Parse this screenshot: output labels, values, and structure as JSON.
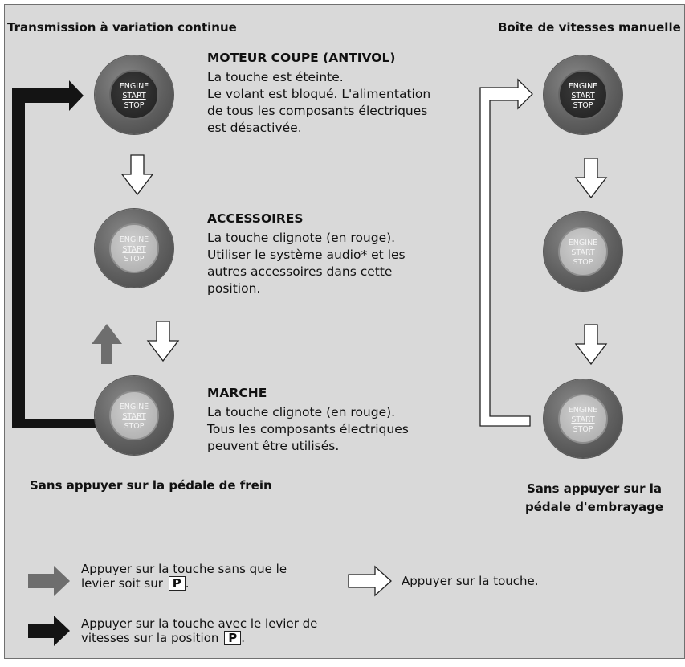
{
  "headers": {
    "left": "Transmission à variation continue",
    "right": "Boîte de vitesses manuelle"
  },
  "button_text": {
    "line1": "ENGINE",
    "line2": "START",
    "line3": "STOP"
  },
  "modes": [
    {
      "title": "MOTEUR COUPE (ANTIVOL)",
      "lines": [
        "La touche est éteinte.",
        "Le volant est bloqué. L'alimentation",
        "de tous les composants électriques",
        "est désactivée."
      ]
    },
    {
      "title": "ACCESSOIRES",
      "lines": [
        "La touche clignote (en rouge).",
        "Utiliser le système audio* et les",
        "autres accessoires dans cette",
        "position."
      ]
    },
    {
      "title": "MARCHE",
      "lines": [
        "La touche clignote (en rouge).",
        "Tous les composants électriques",
        "peuvent être utilisés."
      ]
    }
  ],
  "captions": {
    "left": "Sans appuyer sur la pédale de frein",
    "right_line1": "Sans appuyer sur la",
    "right_line2": "pédale d'embrayage"
  },
  "legend": {
    "gray_line1": "Appuyer sur la touche sans que le",
    "gray_line2": "levier soit sur",
    "white": "Appuyer sur la touche.",
    "black_line1": "Appuyer sur la touche avec le levier de",
    "black_line2": "vitesses sur la position",
    "p_label": "P",
    "period": "."
  },
  "colors": {
    "panel": "#d9d9d9",
    "gray_arrow": "#6e6e6e",
    "black_arrow": "#141414",
    "white_arrow": "#ffffff"
  }
}
